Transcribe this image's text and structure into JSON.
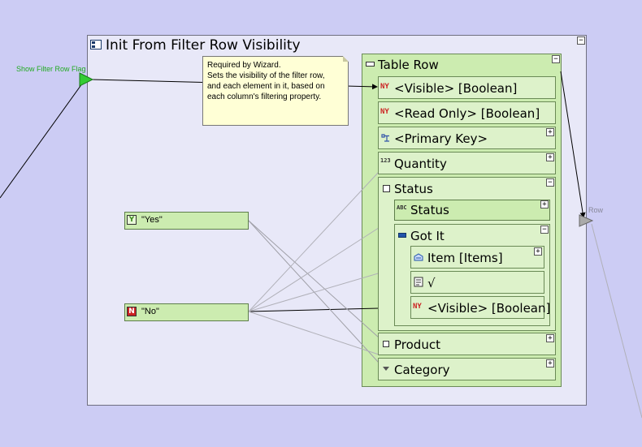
{
  "flow": {
    "title": "Init From Filter Row Visibility",
    "input_port_label": "Show Filter Row Flag",
    "output_port_label": "Row",
    "collapse_glyph": "−",
    "expand_glyph": "+"
  },
  "note": {
    "lines": [
      "Required by Wizard.",
      "Sets the visibility of the filter row,",
      "and each element in it, based on",
      "each column's filtering property."
    ]
  },
  "constants": {
    "yes": {
      "label": "\"Yes\"",
      "badge": "Y",
      "badge_color": "#3a8a1a"
    },
    "no": {
      "label": "\"No\"",
      "badge": "N",
      "badge_color": "#cc2222"
    }
  },
  "table_row": {
    "header": "Table Row",
    "fields": {
      "visible": "<Visible> [Boolean]",
      "read_only": "<Read Only> [Boolean]",
      "primary_key": "<Primary Key>",
      "quantity": "Quantity",
      "status_group": "Status",
      "status_field": "Status",
      "got_it": "Got It",
      "item": "Item [Items]",
      "check": "√",
      "got_it_visible": "<Visible> [Boolean]",
      "product": "Product",
      "category": "Category"
    },
    "icons": {
      "boolean": "NY",
      "primary_key": "key-icon",
      "number": "123",
      "text": "ABC"
    }
  },
  "colors": {
    "canvas": "#ccccf4",
    "frame": "#e8e8f8",
    "panel_green": "#ccecb0",
    "field_green": "#ddf2ca",
    "note_yellow": "#ffffd6",
    "port_green": "#33cc33",
    "port_gray": "#aaaaaa"
  }
}
